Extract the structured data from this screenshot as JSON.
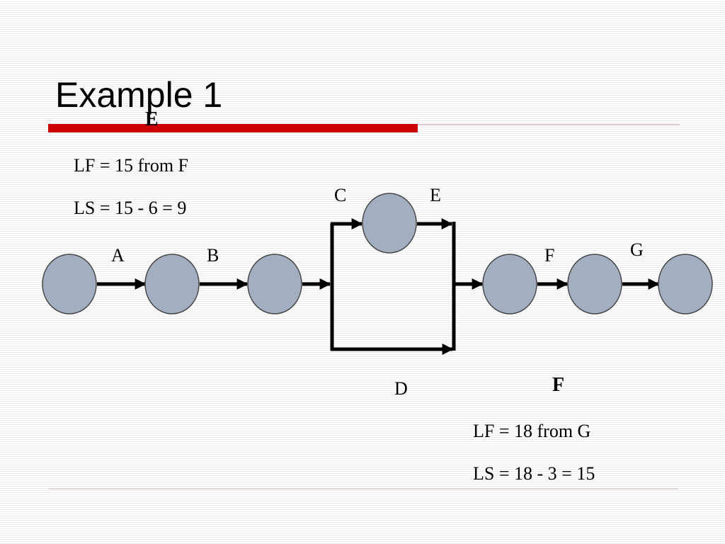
{
  "slide": {
    "title": "Example 1"
  },
  "annotations": {
    "e_heading": "E",
    "e_lf": "LF = 15 from F",
    "e_ls": "LS = 15 - 6 = 9",
    "f_heading": "F",
    "f_lf": "LF = 18 from G",
    "f_ls": "LS = 18 - 3 = 15"
  },
  "network": {
    "activity_labels": {
      "a": "A",
      "b": "B",
      "c": "C",
      "d": "D",
      "e": "E",
      "f": "F",
      "g": "G"
    }
  },
  "colors": {
    "accent_bar": "#cc0000",
    "divider": "#e4c8c8",
    "node_fill": "#a3afc1",
    "node_stroke": "#454545",
    "arrow": "#000000"
  }
}
